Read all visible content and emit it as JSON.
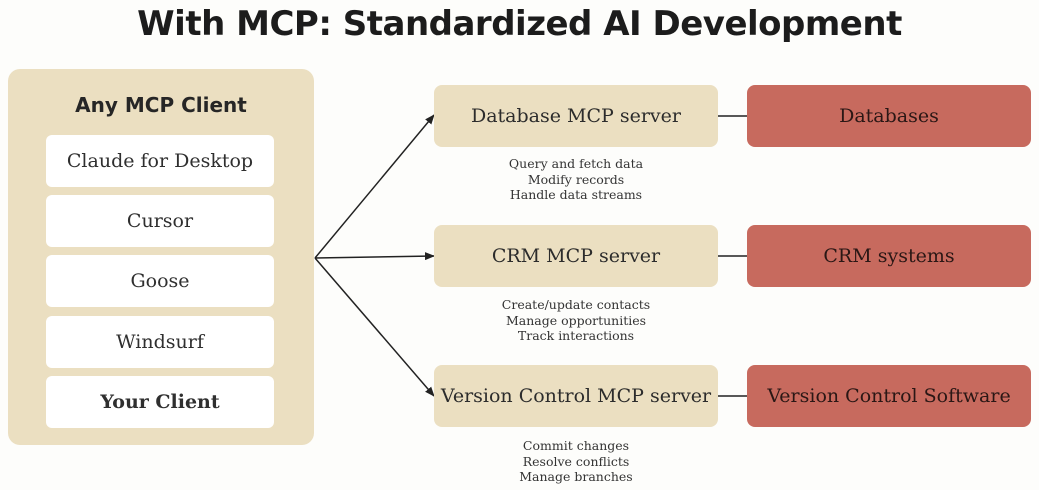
{
  "title": "With MCP: Standardized AI Development",
  "client_panel": {
    "heading": "Any MCP Client",
    "items": [
      {
        "label": "Claude for Desktop"
      },
      {
        "label": "Cursor"
      },
      {
        "label": "Goose"
      },
      {
        "label": "Windsurf"
      },
      {
        "label": "Your Client"
      }
    ]
  },
  "servers": [
    {
      "label": "Database MCP server",
      "target": "Databases",
      "capabilities": [
        "Query and fetch data",
        "Modify records",
        "Handle data streams"
      ]
    },
    {
      "label": "CRM MCP server",
      "target": "CRM systems",
      "capabilities": [
        "Create/update contacts",
        "Manage opportunities",
        "Track interactions"
      ]
    },
    {
      "label": "Version Control MCP server",
      "target": "Version Control Software",
      "capabilities": [
        "Commit changes",
        "Resolve conflicts",
        "Manage branches"
      ]
    }
  ],
  "colors": {
    "panel": "#ebdfc1",
    "target": "#c76a5e",
    "item": "#ffffff",
    "line": "#222222"
  }
}
